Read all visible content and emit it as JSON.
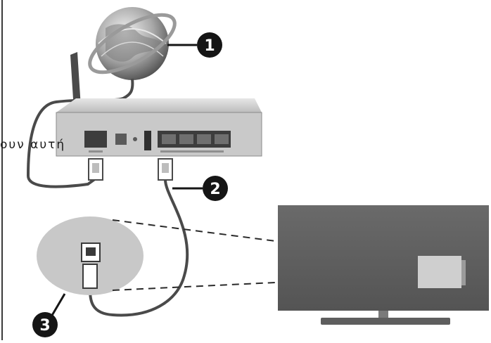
{
  "callouts": [
    {
      "number": "1",
      "target": "internet-globe"
    },
    {
      "number": "2",
      "target": "ethernet-cable"
    },
    {
      "number": "3",
      "target": "tv-lan-port"
    }
  ],
  "overlay_text": "ουν αυτή",
  "colors": {
    "device_gray": "#c7c7c7",
    "dark_gray": "#5b5b5b",
    "cable": "#4a4a4a",
    "callout_fill": "#151515",
    "tv_port": "#cfcfcf"
  }
}
